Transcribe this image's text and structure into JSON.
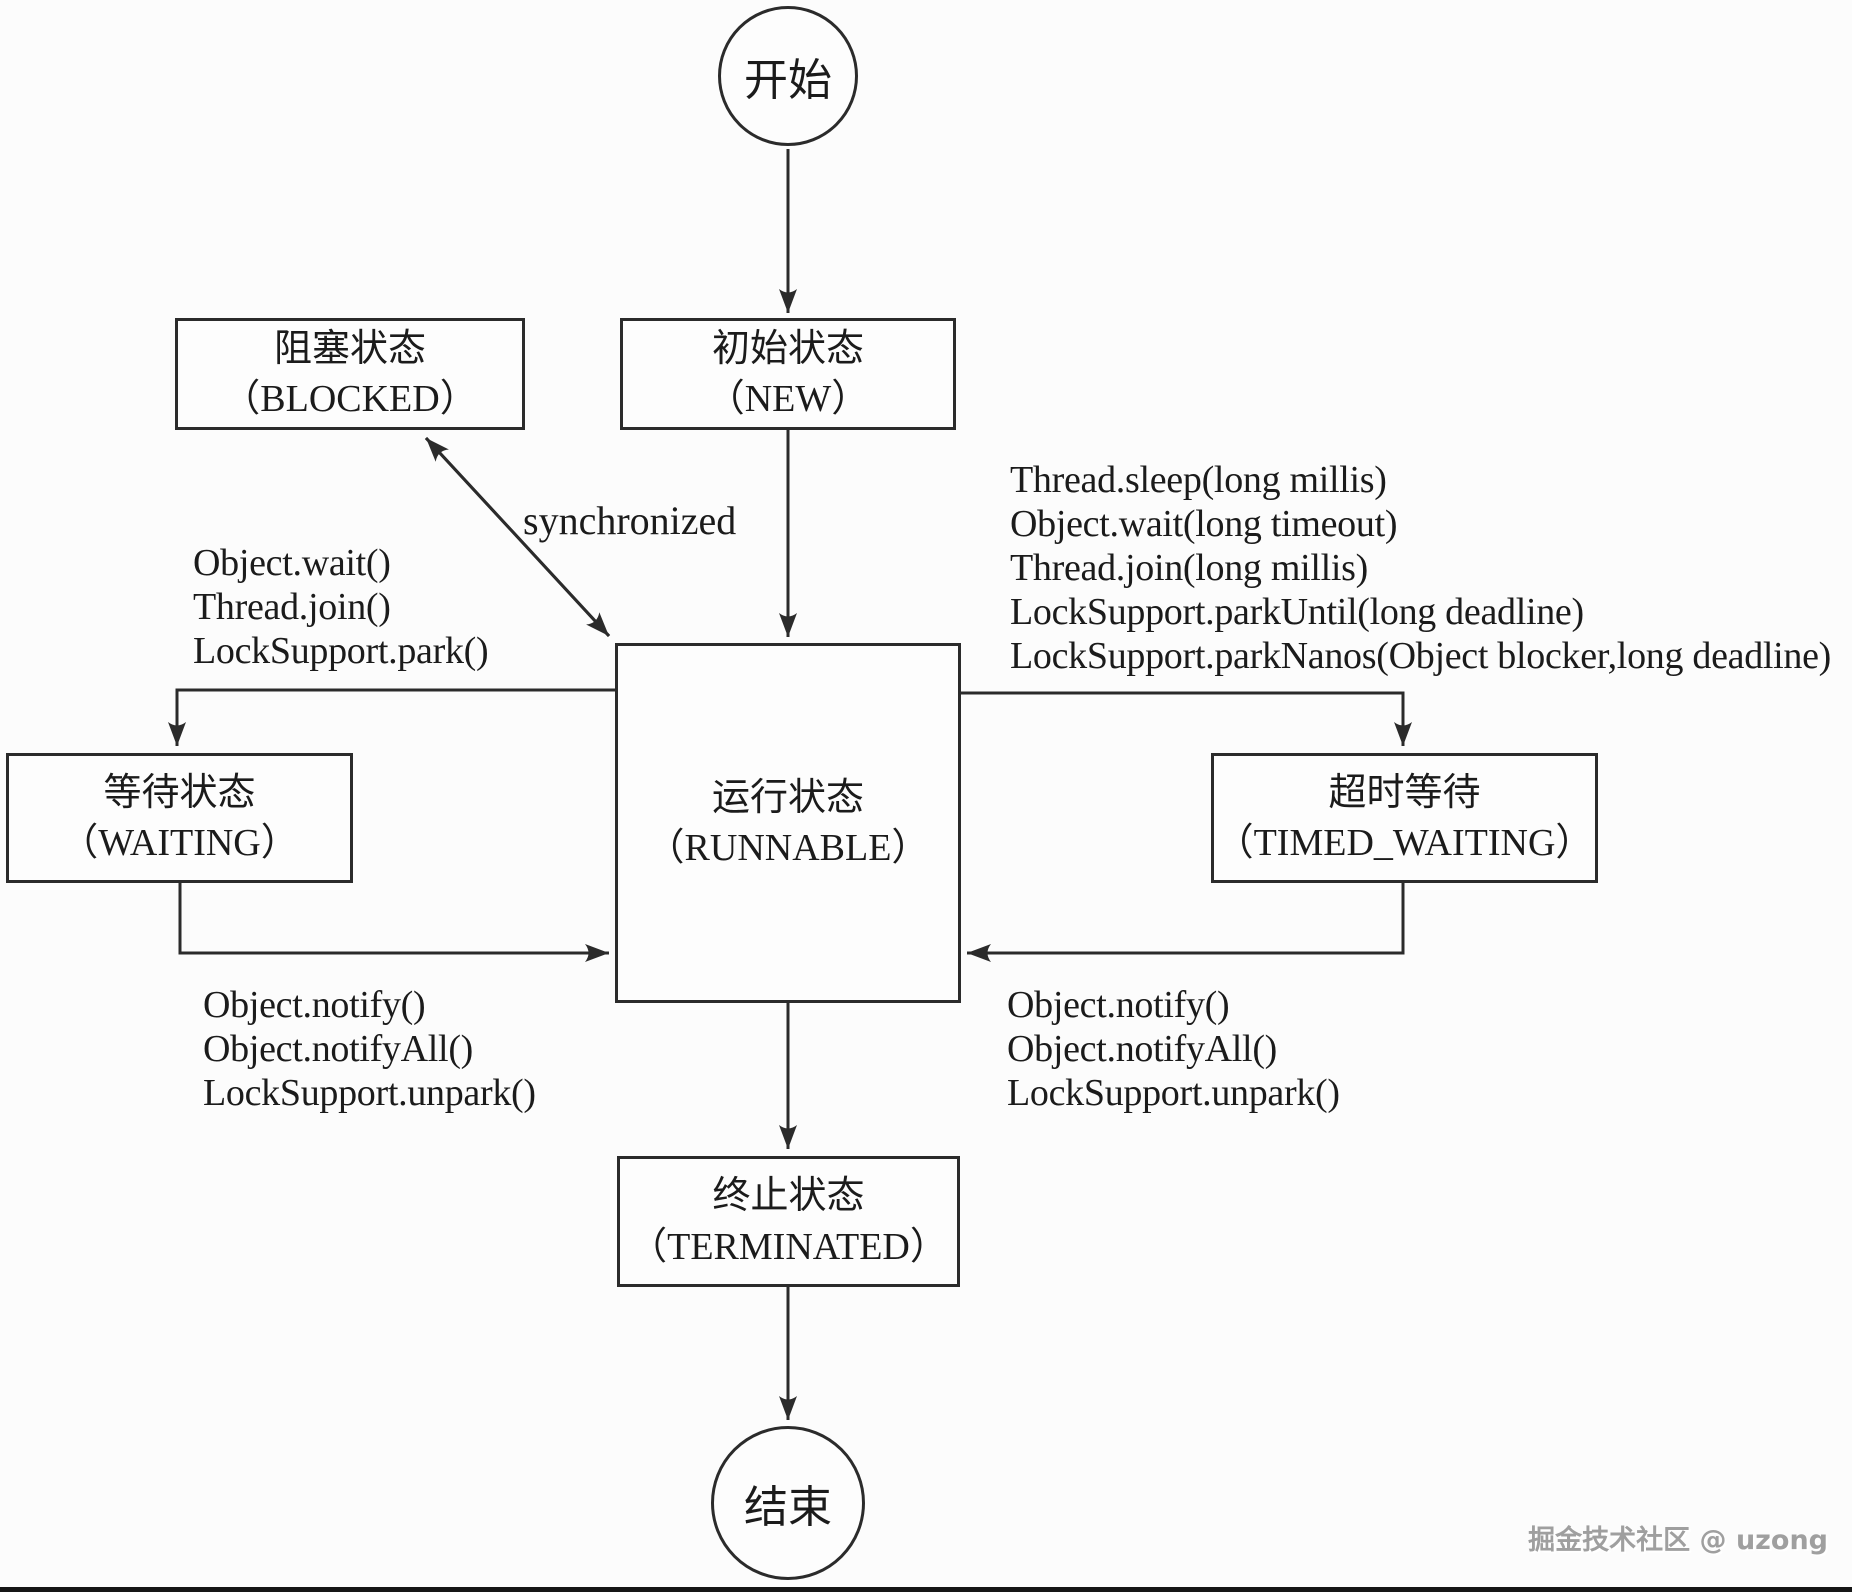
{
  "diagram": {
    "nodes": {
      "start": {
        "label": "开始"
      },
      "new": {
        "title": "初始状态",
        "subtitle": "（NEW）"
      },
      "blocked": {
        "title": "阻塞状态",
        "subtitle": "（BLOCKED）"
      },
      "runnable": {
        "title": "运行状态",
        "subtitle": "（RUNNABLE）"
      },
      "waiting": {
        "title": "等待状态",
        "subtitle": "（WAITING）"
      },
      "timed_waiting": {
        "title": "超时等待",
        "subtitle": "（TIMED_WAITING）"
      },
      "terminated": {
        "title": "终止状态",
        "subtitle": "（TERMINATED）"
      },
      "end": {
        "label": "结束"
      }
    },
    "edge_labels": {
      "synchronized": "synchronized",
      "runnable_to_waiting": [
        "Object.wait()",
        "Thread.join()",
        "LockSupport.park()"
      ],
      "runnable_to_timed_waiting": [
        "Thread.sleep(long millis)",
        "Object.wait(long timeout)",
        "Thread.join(long millis)",
        "LockSupport.parkUntil(long deadline)",
        "LockSupport.parkNanos(Object blocker,long deadline)"
      ],
      "waiting_to_runnable": [
        "Object.notify()",
        "Object.notifyAll()",
        "LockSupport.unpark()"
      ],
      "timed_waiting_to_runnable": [
        "Object.notify()",
        "Object.notifyAll()",
        "LockSupport.unpark()"
      ]
    },
    "watermark": "掘金技术社区 @ uzong",
    "colors": {
      "line": "#2b2b2b",
      "text": "#1b1b1b",
      "watermark": "#9f9f9f",
      "background": "#fcfcfc"
    }
  }
}
